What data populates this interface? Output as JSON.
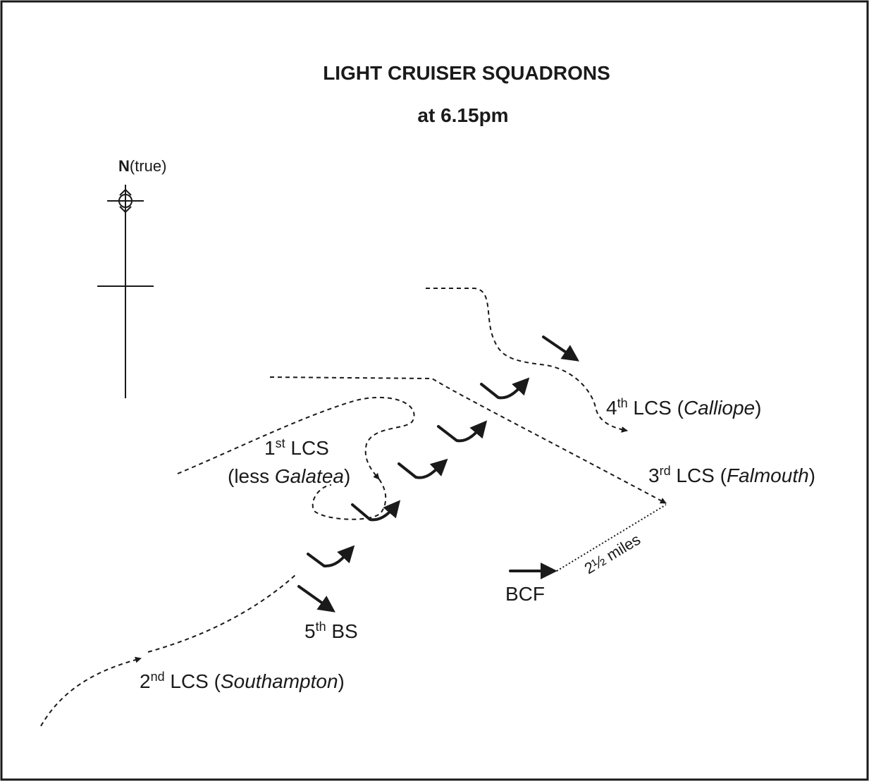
{
  "title": {
    "line1": "LIGHT CRUISER SQUADRONS",
    "line2": "at 6.15pm"
  },
  "compass": {
    "letter": "N",
    "qualifier": "(true)",
    "icon": "north-arrow-icon"
  },
  "squadrons": {
    "lcs4": {
      "num": "4",
      "sup": "th",
      "abbr": " LCS (",
      "ship": "Calliope",
      "close": ")"
    },
    "lcs3": {
      "num": "3",
      "sup": "rd",
      "abbr": " LCS (",
      "ship": "Falmouth",
      "close": ")"
    },
    "lcs1": {
      "num": "1",
      "sup": "st",
      "abbr": " LCS",
      "line2_open": "(less ",
      "ship": "Galatea",
      "close": ")"
    },
    "bs5": {
      "num": "5",
      "sup": "th",
      "abbr": " BS"
    },
    "lcs2": {
      "num": "2",
      "sup": "nd",
      "abbr": " LCS (",
      "ship": "Southampton",
      "close": ")"
    },
    "bcf": {
      "label": "BCF"
    }
  },
  "distance": {
    "label": "2½ miles"
  },
  "colors": {
    "ink": "#1a1a1a",
    "background": "#ffffff"
  }
}
